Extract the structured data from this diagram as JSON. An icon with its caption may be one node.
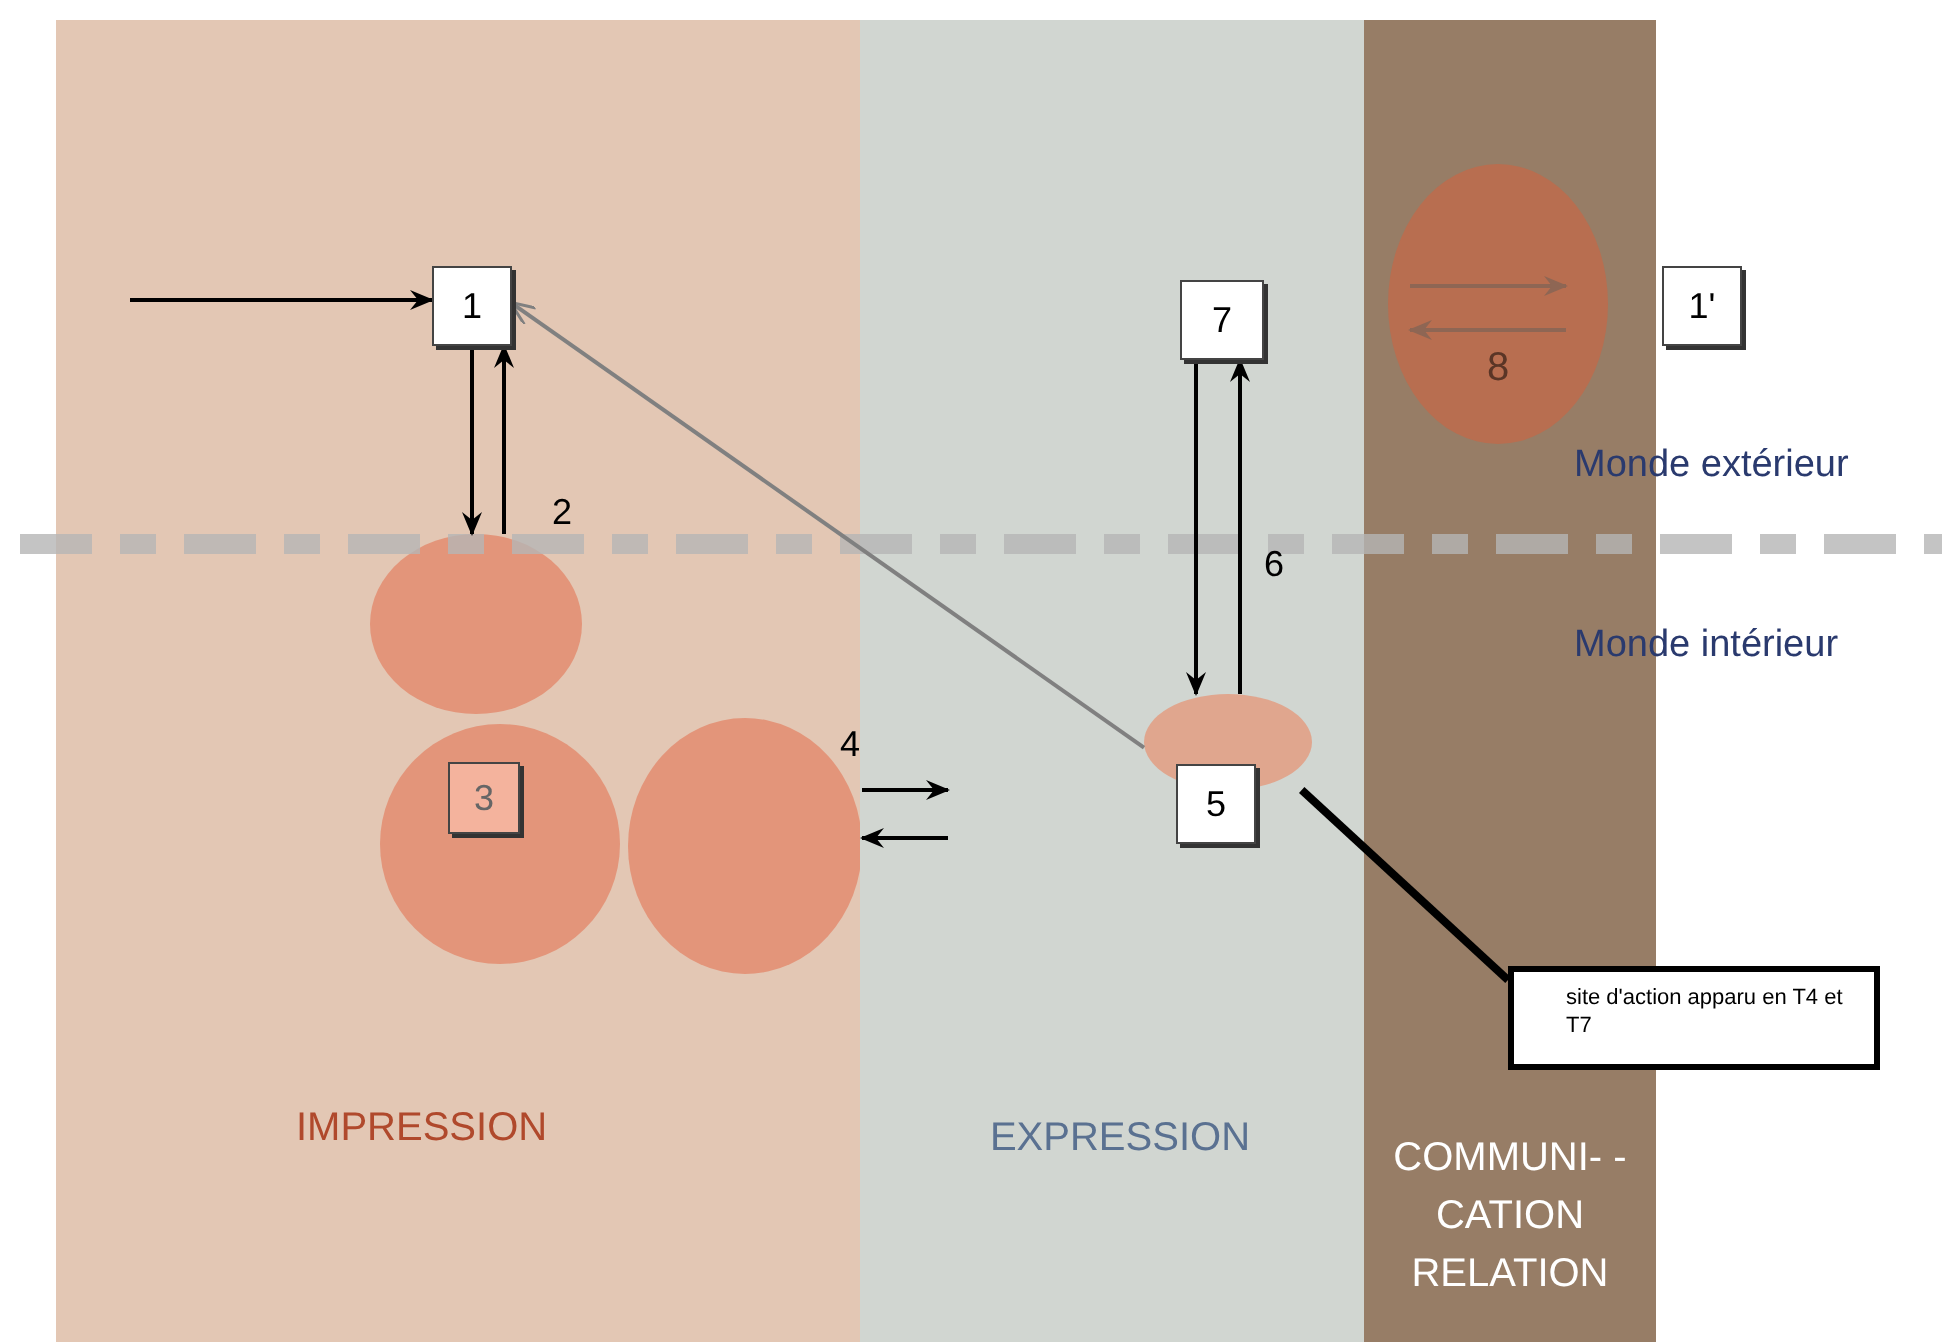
{
  "diagram": {
    "nodes": [
      {
        "text": [
          "IMPRESSION"
        ]
      },
      {
        "text": [
          "EXPRESSION"
        ]
      },
      {
        "text": [
          "COMMUNI- -CATION RELATION"
        ]
      },
      {
        "text": [
          "1"
        ],
        "in": 0
      },
      {
        "text": [],
        "shape": "circle",
        "in": 0
      },
      {
        "text": [],
        "shape": "circle",
        "in": 0
      },
      {
        "text": [
          "3"
        ],
        "in": 5
      },
      {
        "text": [],
        "shape": "circle",
        "in": 0
      },
      {
        "text": [
          "7"
        ],
        "in": 1
      },
      {
        "text": [],
        "shape": "circle",
        "in": 1
      },
      {
        "text": [
          "5"
        ],
        "in": 1
      },
      {
        "text": [
          "8"
        ],
        "in": 2
      },
      {
        "text": [
          "1'"
        ]
      },
      {
        "text": [
          "site d'action apparu en T4 et T7"
        ]
      }
    ],
    "edges": [
      {
        "from": null,
        "to": 3,
        "arrow": "to"
      },
      {
        "from": 3,
        "to": 4,
        "arrow": "to"
      },
      {
        "from": 4,
        "to": 3,
        "arrow": "to",
        "label": "2"
      },
      {
        "from": 7,
        "to": null,
        "arrow": "to",
        "label": "4"
      },
      {
        "from": null,
        "to": 7,
        "arrow": "to"
      },
      {
        "from": 8,
        "to": 9,
        "arrow": "to"
      },
      {
        "from": 9,
        "to": 8,
        "arrow": "to",
        "label": "6"
      },
      {
        "from": 9,
        "to": 3,
        "arrow": "to",
        "color": "#808080"
      },
      {
        "from": 13,
        "to": 9,
        "arrow": "none",
        "style": "thick"
      }
    ],
    "labels": [
      "Monde extérieur",
      "Monde intérieur"
    ]
  }
}
